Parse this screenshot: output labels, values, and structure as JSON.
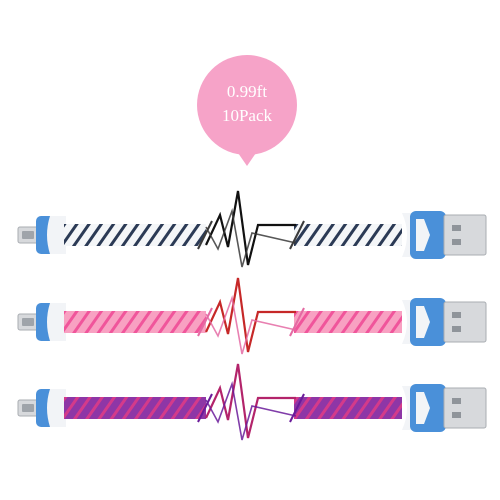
{
  "badge": {
    "line1": "0.99ft",
    "line2": "10Pack",
    "color": "#f6a3c8"
  },
  "connector": {
    "shell_color": "#4a90d9",
    "cap_color": "#f2f4f7",
    "metal_color": "#d7d9dc"
  },
  "cables": [
    {
      "name": "white-black",
      "base": "#f4f6f8",
      "stripe": "#2b3a55",
      "wire": "#111111",
      "accent": "#3a3a3a"
    },
    {
      "name": "pink",
      "base": "#f8a1c2",
      "stripe": "#f0559b",
      "wire": "#c62828",
      "accent": "#e46aa3"
    },
    {
      "name": "purple",
      "base": "#8e36a6",
      "stripe": "#d43a8a",
      "wire": "#b3246b",
      "accent": "#6a1b9a"
    }
  ]
}
